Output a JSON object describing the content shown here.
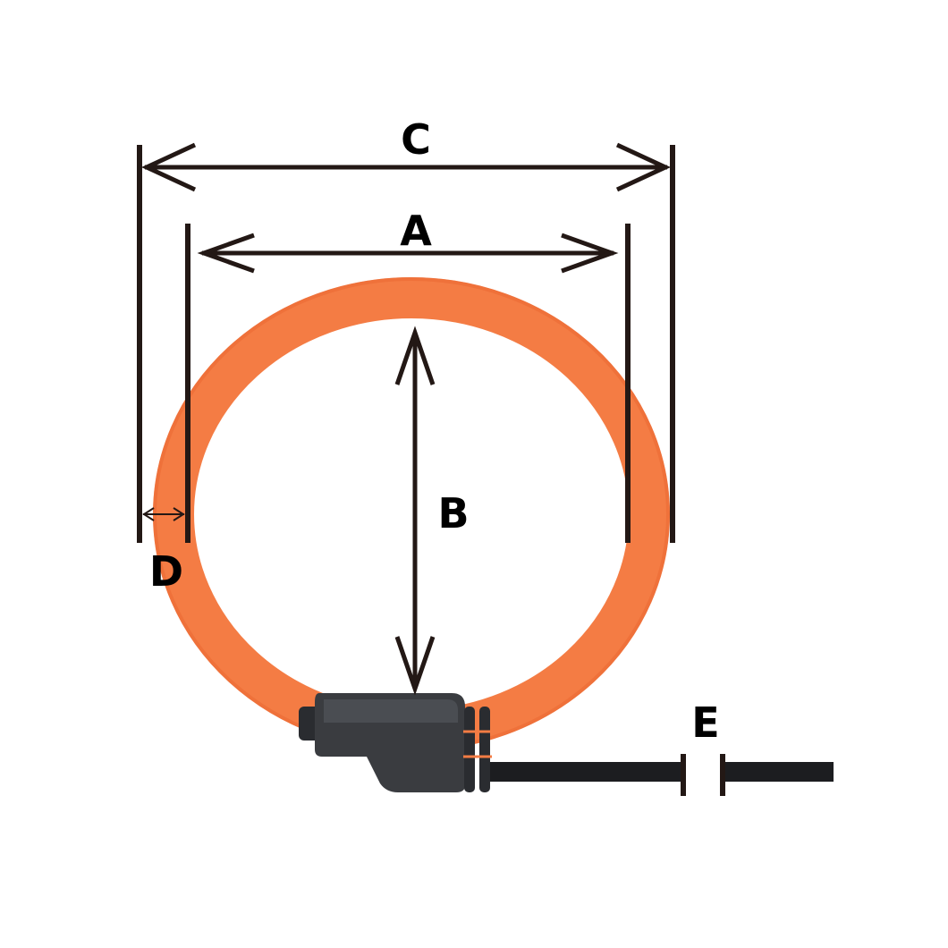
{
  "labels": {
    "a": "A",
    "b": "B",
    "c": "C",
    "d": "D",
    "e": "E"
  },
  "colors": {
    "coil": "#f47c44",
    "coil_shade": "#e9652f",
    "connector": "#3a3c40",
    "connector_dark": "#2a2c30",
    "cable": "#1c1d20",
    "dimension": "#231815",
    "background": "#ffffff"
  },
  "icons": {
    "coil": "rogowski-coil",
    "connector": "coil-connector",
    "cable": "output-cable"
  }
}
